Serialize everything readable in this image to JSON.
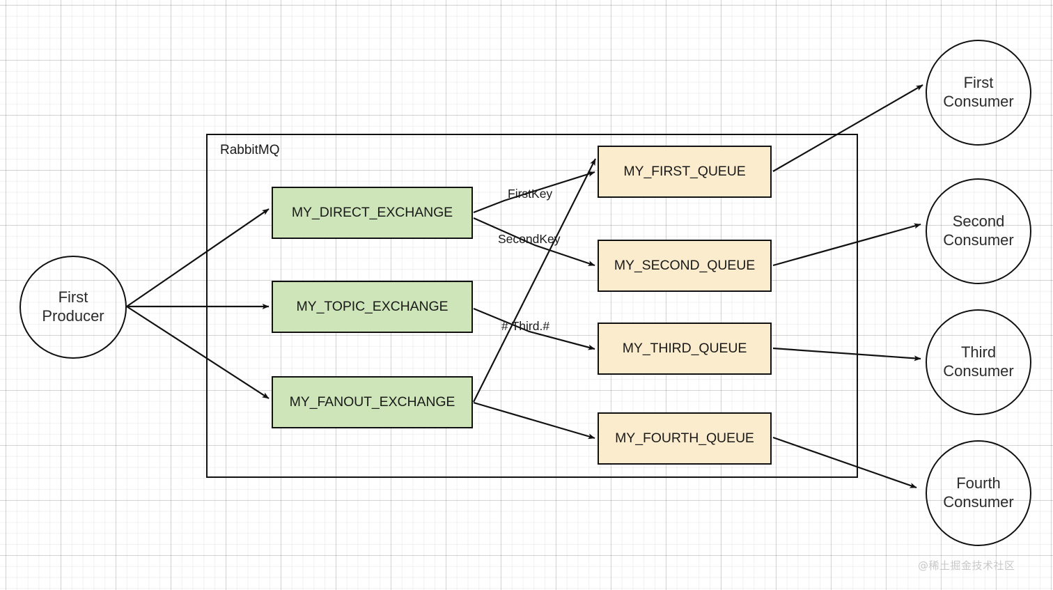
{
  "diagram": {
    "title": "RabbitMQ exchange and queue routing diagram",
    "container": {
      "label": "RabbitMQ"
    },
    "producers": [
      {
        "id": "first-producer",
        "line1": "First",
        "line2": "Producer"
      }
    ],
    "exchanges": [
      {
        "id": "direct-exchange",
        "label": "MY_DIRECT_EXCHANGE"
      },
      {
        "id": "topic-exchange",
        "label": "MY_TOPIC_EXCHANGE"
      },
      {
        "id": "fanout-exchange",
        "label": "MY_FANOUT_EXCHANGE"
      }
    ],
    "queues": [
      {
        "id": "first-queue",
        "label": "MY_FIRST_QUEUE"
      },
      {
        "id": "second-queue",
        "label": "MY_SECOND_QUEUE"
      },
      {
        "id": "third-queue",
        "label": "MY_THIRD_QUEUE"
      },
      {
        "id": "fourth-queue",
        "label": "MY_FOURTH_QUEUE"
      }
    ],
    "consumers": [
      {
        "id": "first-consumer",
        "line1": "First",
        "line2": "Consumer"
      },
      {
        "id": "second-consumer",
        "line1": "Second",
        "line2": "Consumer"
      },
      {
        "id": "third-consumer",
        "line1": "Third",
        "line2": "Consumer"
      },
      {
        "id": "fourth-consumer",
        "line1": "Fourth",
        "line2": "Consumer"
      }
    ],
    "binding_labels": [
      {
        "id": "first-key",
        "text": "FirstKey"
      },
      {
        "id": "second-key",
        "text": "SecondKey"
      },
      {
        "id": "third-key",
        "text": "#.Third.#"
      }
    ],
    "watermark": "@稀土掘金技术社区",
    "colors": {
      "exchange_fill": "#cde5b8",
      "queue_fill": "#fbeccd",
      "stroke": "#111111",
      "grid": "#e8e8e8",
      "watermark": "#c8c8c8"
    }
  }
}
